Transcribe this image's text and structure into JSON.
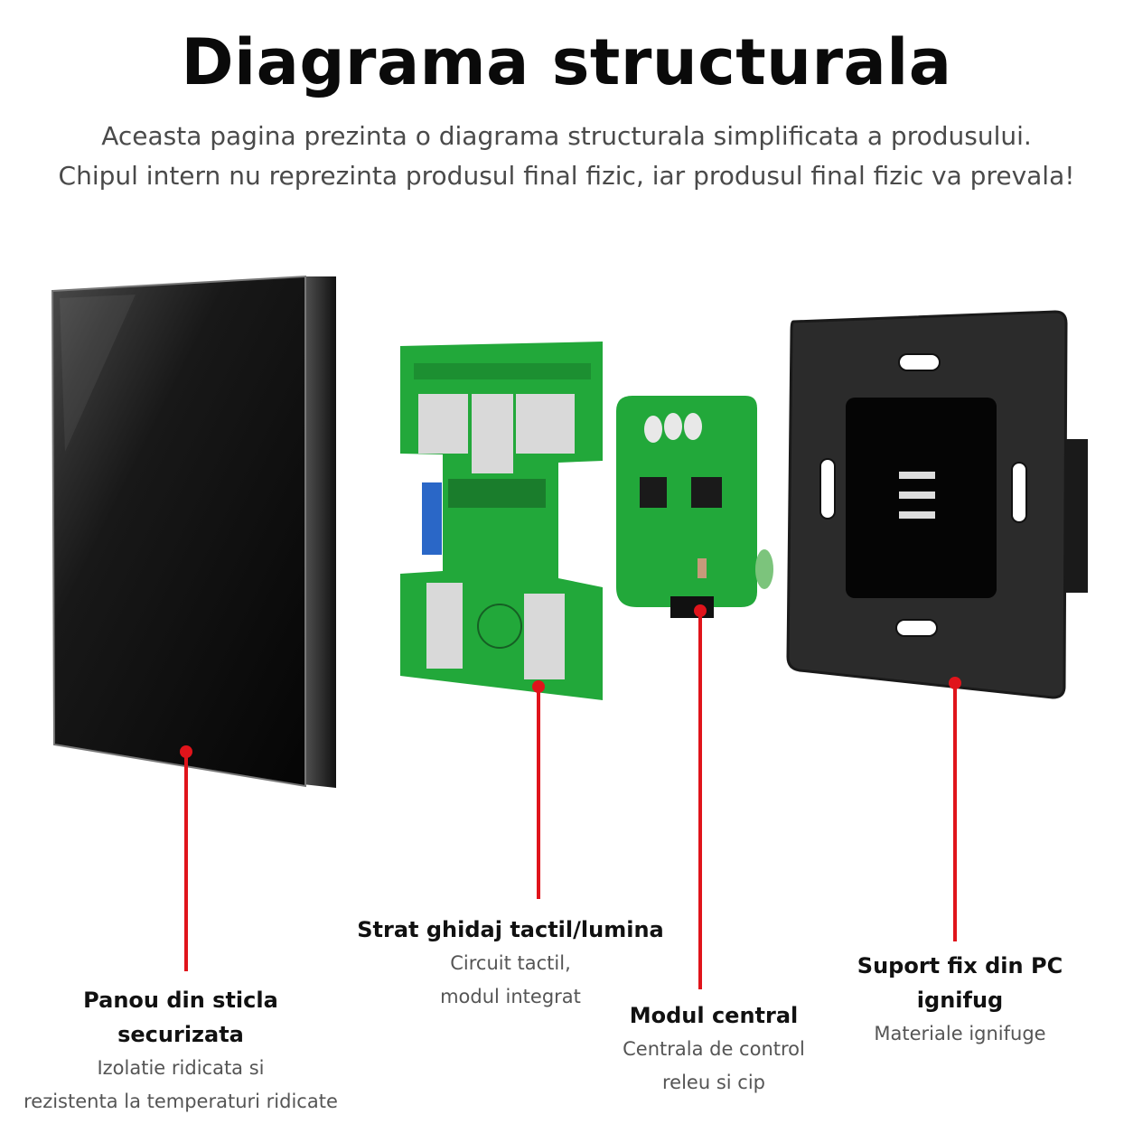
{
  "header": {
    "title": "Diagrama structurala",
    "subtitle_line1": "Aceasta pagina prezinta o diagrama structurala simplificata a produsului.",
    "subtitle_line2": "Chipul intern nu reprezinta produsul final fizic, iar produsul final fizic va prevala!"
  },
  "components": {
    "glass_panel": {
      "name": "Panou din sticla securizata",
      "desc_line1": "Izolatie ridicata si",
      "desc_line2": "rezistenta la temperaturi ridicate"
    },
    "touch_layer": {
      "name": "Strat ghidaj tactil/lumina",
      "desc_line1": "Circuit tactil,",
      "desc_line2": "modul integrat"
    },
    "core_module": {
      "name": "Modul central",
      "desc_line1": "Centrala de control",
      "desc_line2": "releu si cip"
    },
    "frame": {
      "name_line1": "Suport fix din PC",
      "name_line2": "ignifug",
      "desc_line1": "Materiale ignifuge"
    }
  },
  "colors": {
    "callout": "#e0141b",
    "pcb_green": "#22a83a",
    "glass_black": "#0c0c0c",
    "frame_gray": "#2b2b2b"
  }
}
